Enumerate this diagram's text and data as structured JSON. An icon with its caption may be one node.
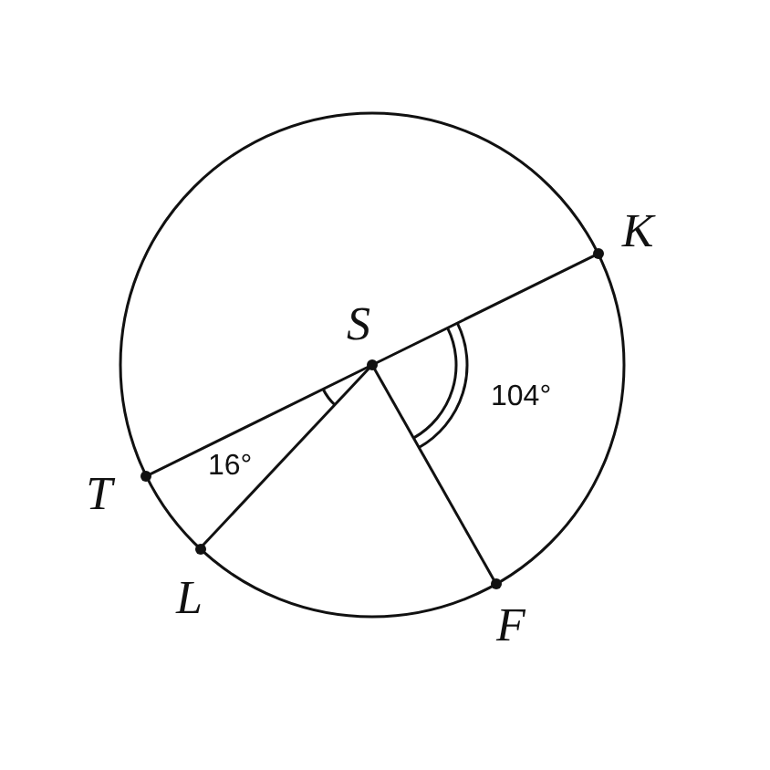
{
  "diagram": {
    "nodes": [
      {
        "text": [
          "K"
        ]
      },
      {
        "text": [
          "S"
        ]
      },
      {
        "text": [
          "T"
        ]
      },
      {
        "text": [
          "L"
        ]
      },
      {
        "text": [
          "F"
        ]
      }
    ],
    "edges": [
      {
        "from": 1,
        "to": 0,
        "arrow": "none"
      },
      {
        "from": 1,
        "to": 2,
        "arrow": "none"
      },
      {
        "from": 1,
        "to": 3,
        "arrow": "none"
      },
      {
        "from": 1,
        "to": 4,
        "arrow": "none"
      }
    ],
    "labels": [
      "16°",
      "104°"
    ]
  }
}
